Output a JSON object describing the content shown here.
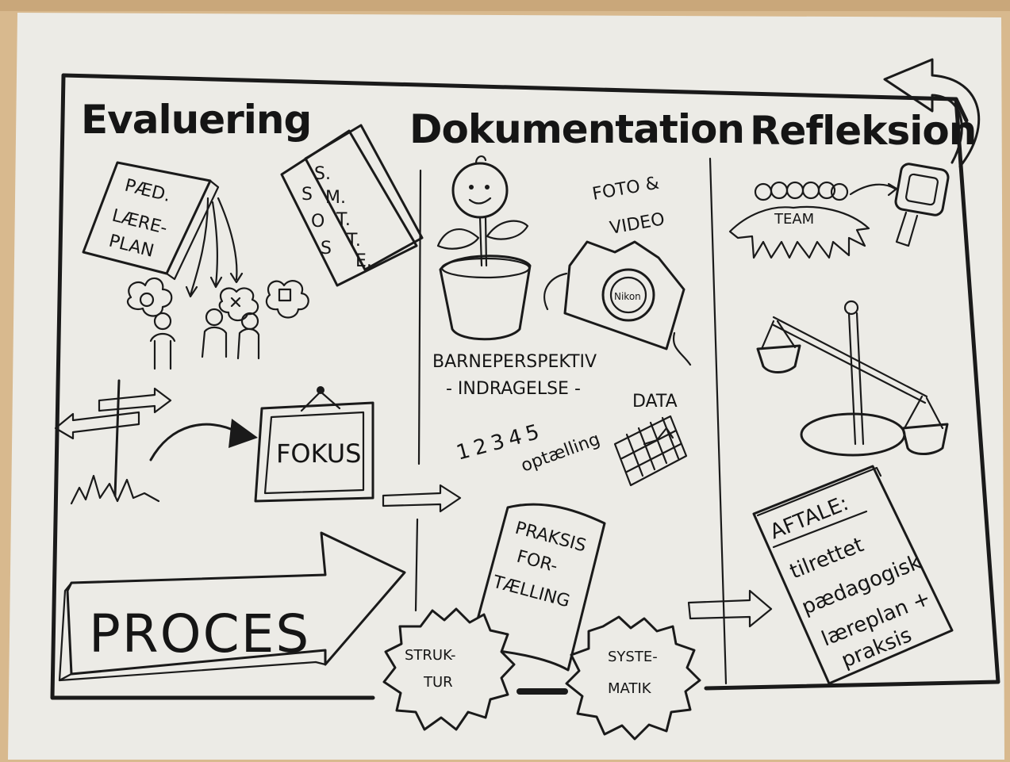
{
  "sections": {
    "evaluering": "Evaluering",
    "dokumentation": "Dokumentation",
    "refleksion": "Refleksion"
  },
  "evaluering": {
    "book_lines": [
      "PÆD.",
      "LÆRE-",
      "PLAN"
    ],
    "sos_letters": [
      "S",
      "O",
      "S"
    ],
    "smtte_letters": [
      "S.",
      "M.",
      "T.",
      "T.",
      "E."
    ],
    "fokus": "FOKUS",
    "proces": "PROCES"
  },
  "dokumentation": {
    "foto_line1": "FOTO &",
    "foto_line2": "VIDEO",
    "camera_brand": "Nikon",
    "barneperspektiv": "BARNEPERSPEKTIV",
    "indragelse": "- INDRAGELSE -",
    "numbers": "12345",
    "optalling": "optælling",
    "data": "DATA",
    "praksis_lines": [
      "PRAKSIS",
      "FOR-",
      "TÆLLING"
    ]
  },
  "refleksion": {
    "team": "TEAM",
    "aftale": "AFTALE:",
    "aftale_lines": [
      "tilrettet",
      "pædagogisk",
      "læreplan +",
      "praksis"
    ]
  },
  "gears": {
    "struktur_line1": "STRUK-",
    "struktur_line2": "TUR",
    "systematik_line1": "SYSTE-",
    "systematik_line2": "MATIK"
  },
  "colors": {
    "paper": "#ecebe6",
    "ink": "#1a1a1a",
    "background": "#d8b98e"
  }
}
